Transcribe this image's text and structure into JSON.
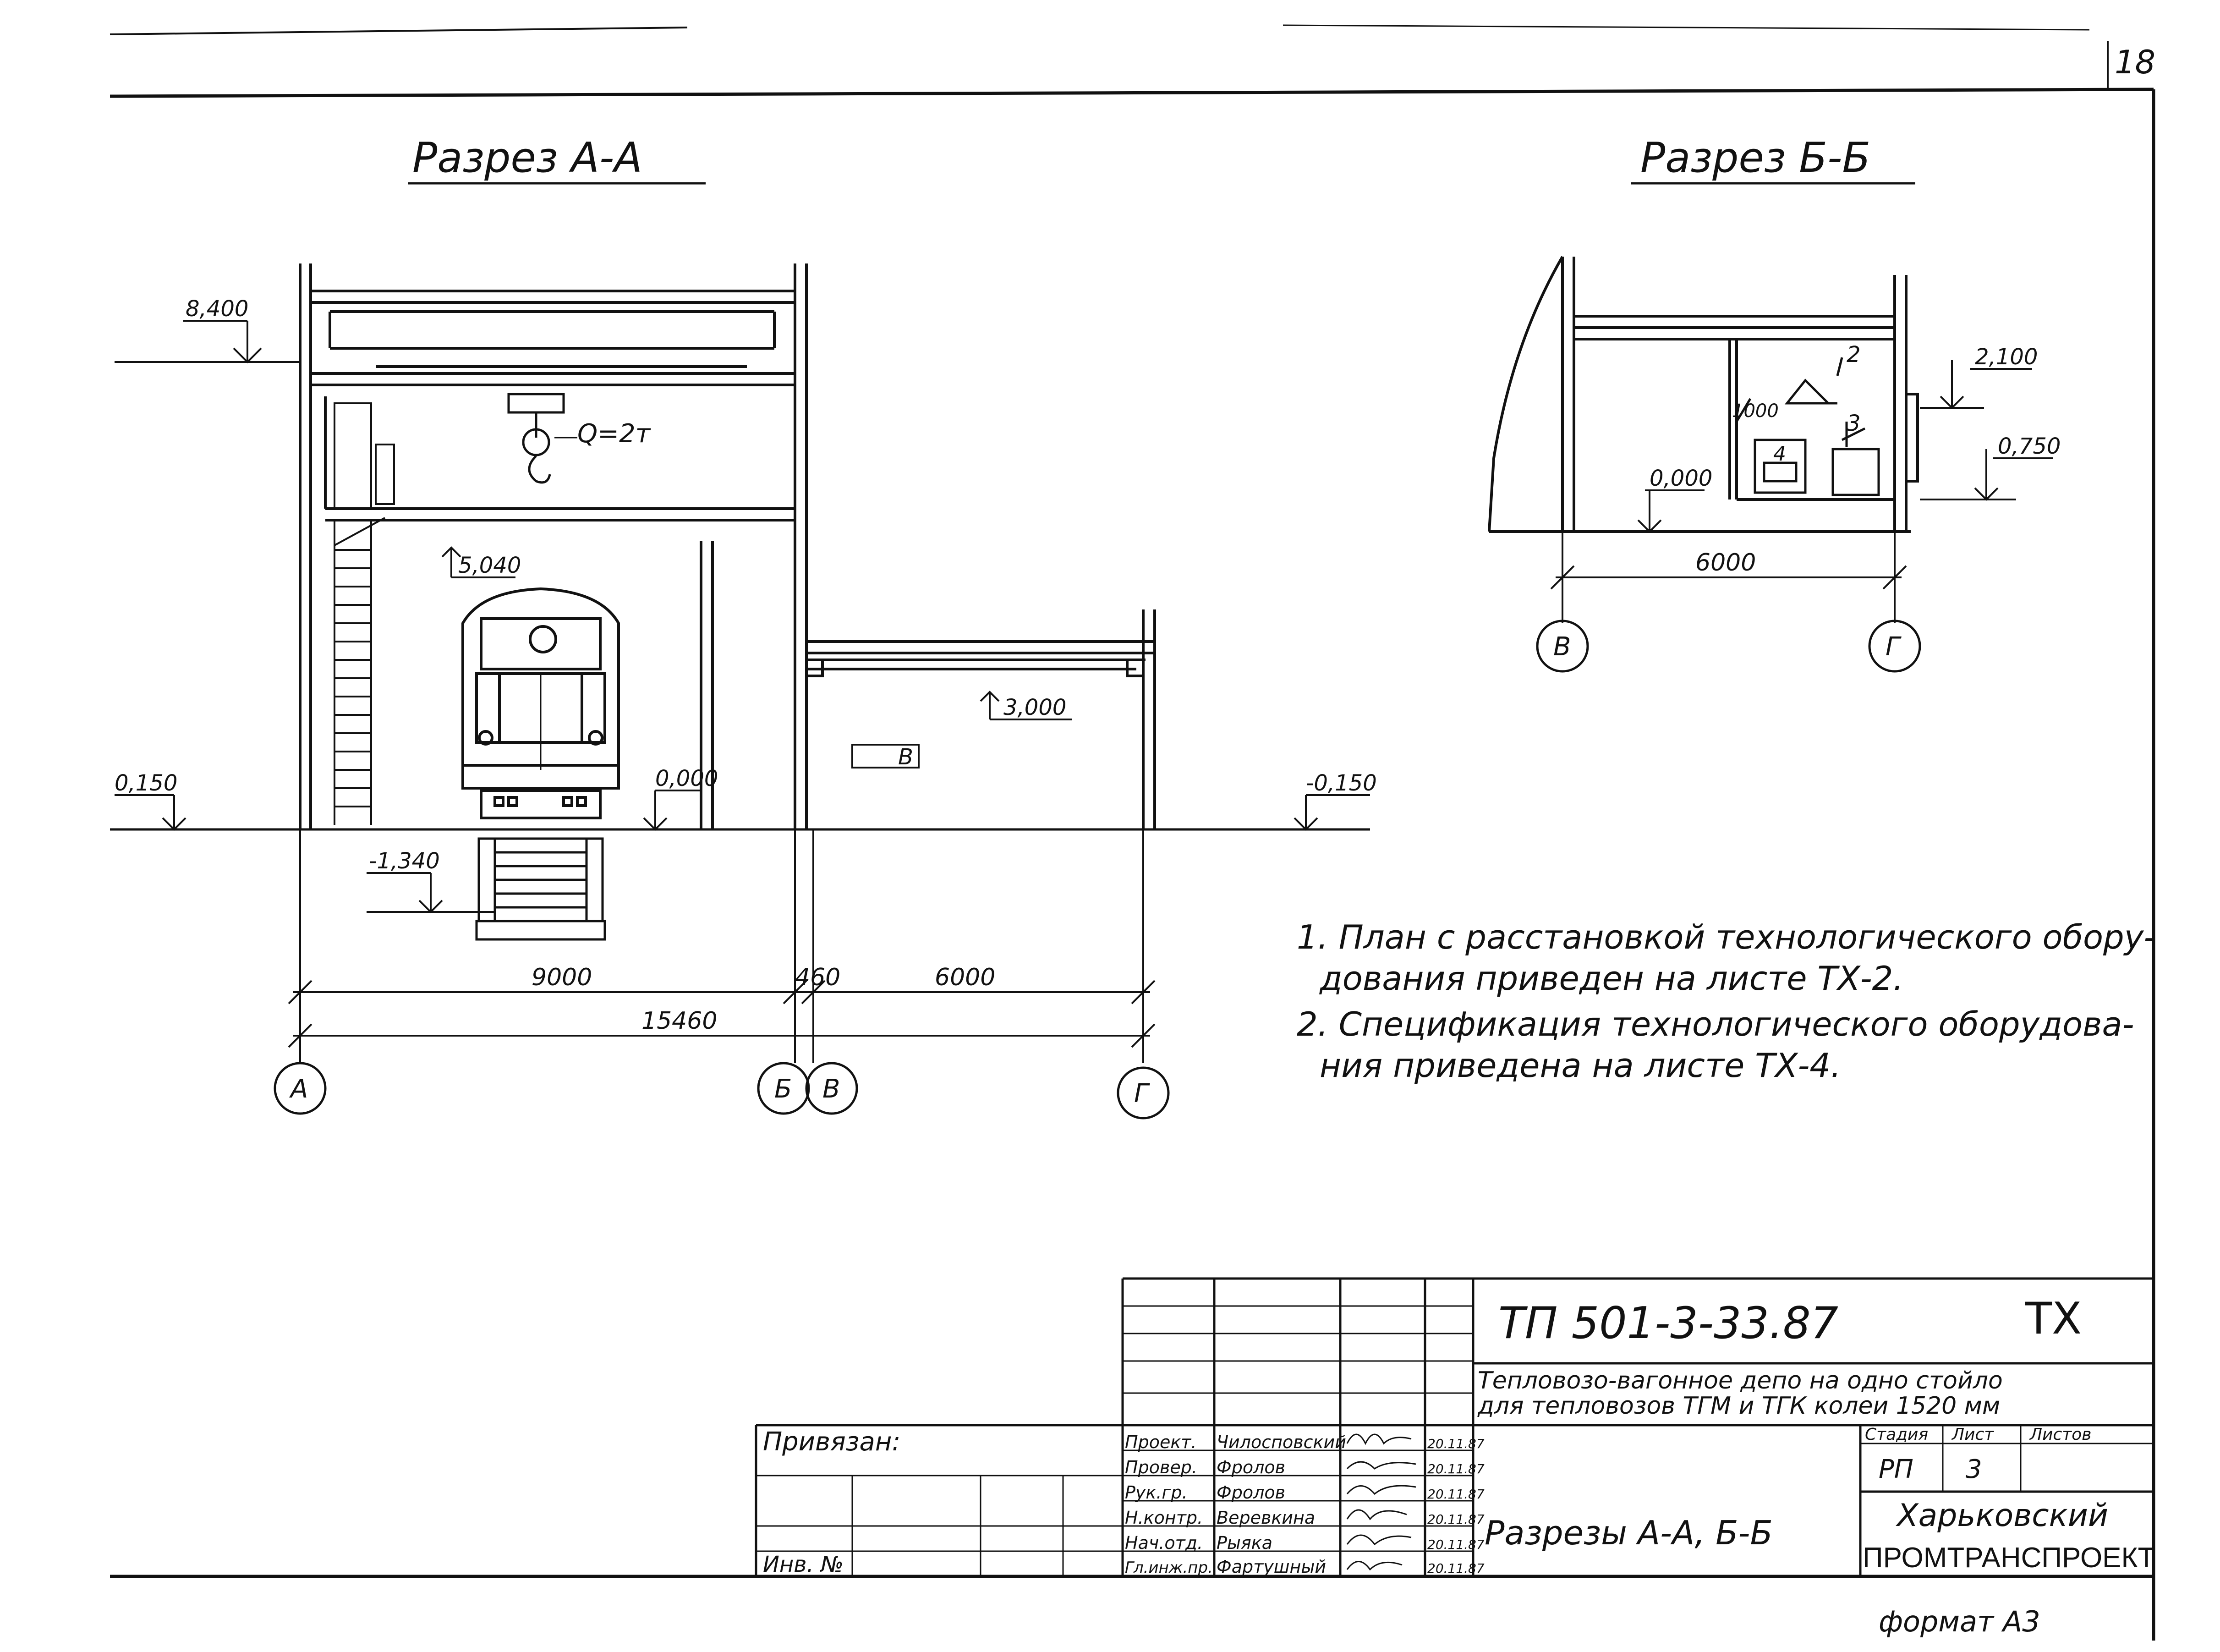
{
  "sheet": {
    "page_number": "18",
    "format": "формат А3"
  },
  "section_aa": {
    "title": "Разрез А-А",
    "elev_8400": "8,400",
    "elev_5040": "5,040",
    "elev_3000": "3,000",
    "elev_0150": "0,150",
    "elev_0000": "0,000",
    "elev_m0150": "-0,150",
    "elev_m1340": "-1,340",
    "crane": "Q=2т",
    "room_mark": "В",
    "dim_9000": "9000",
    "dim_460": "460",
    "dim_6000": "6000",
    "dim_15460": "15460",
    "axes": [
      "А",
      "Б",
      "В",
      "Г"
    ]
  },
  "section_bb": {
    "title": "Разрез Б-Б",
    "elev_2100": "2,100",
    "elev_0750": "0,750",
    "elev_0000": "0,000",
    "dim_1000": "1000",
    "dim_6000": "6000",
    "mark_2": "2",
    "mark_3": "3",
    "mark_4": "4",
    "axes": [
      "В",
      "Г"
    ]
  },
  "notes": [
    "1. План с расстановкой технологического обору-",
    "дования приведен на листе ТХ-2.",
    "2. Спецификация технологического оборудова-",
    "ния приведена на листе ТХ-4."
  ],
  "title_block": {
    "code": "ТП  501-3-33.87",
    "mark": "ТХ",
    "project_line1": "Тепловозо-вагонное депо на одно стойло",
    "project_line2": "для тепловозов ТГМ и ТГК колеи 1520 мм",
    "sheet_name": "Разрезы А-А, Б-Б",
    "org_line1": "Харьковский",
    "org_line2": "ПРОМТРАНСПРОЕКТ",
    "privyazan": "Привязан:",
    "inv": "Инв. №",
    "stage_header": "Стадия",
    "sheet_header": "Лист",
    "sheets_header": "Листов",
    "stage": "РП",
    "sheet": "3",
    "signers": [
      {
        "role": "Проект.",
        "name": "Чилосповский",
        "date": "20.11.87"
      },
      {
        "role": "Провер.",
        "name": "Фролов",
        "date": "20.11.87"
      },
      {
        "role": "Рук.гр.",
        "name": "Фролов",
        "date": "20.11.87"
      },
      {
        "role": "Н.контр.",
        "name": "Веревкина",
        "date": "20.11.87"
      },
      {
        "role": "Нач.отд.",
        "name": "Рыяка",
        "date": "20.11.87"
      },
      {
        "role": "Гл.инж.пр.",
        "name": "Фартушный",
        "date": "20.11.87"
      }
    ]
  }
}
